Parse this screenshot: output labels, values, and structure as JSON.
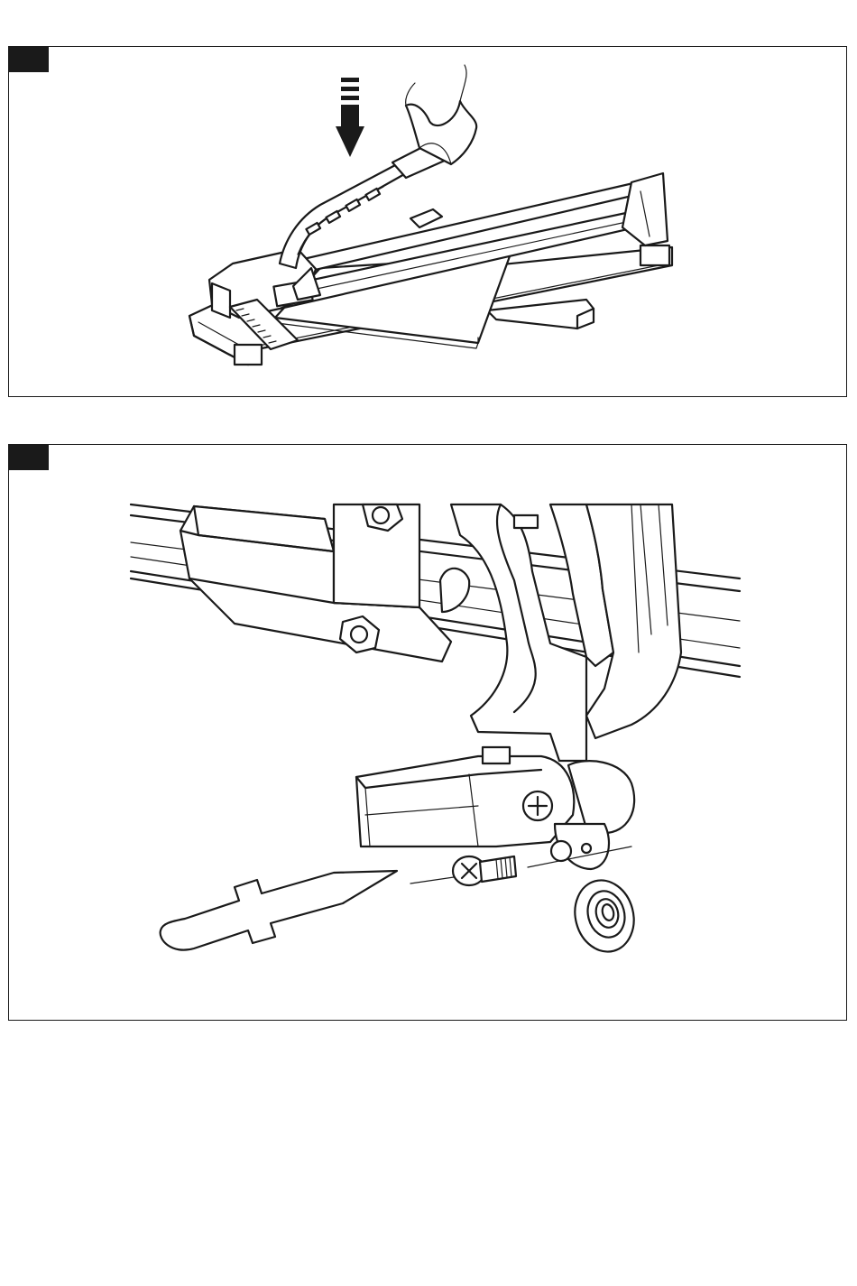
{
  "page": {
    "background": "#ffffff",
    "line_color": "#1a1a1a"
  },
  "panels": [
    {
      "id": "panel-1",
      "step_tag_text": "",
      "illustration": "tile-cutter-press-handle-down",
      "icons": [
        "down-arrow-icon",
        "hand-icon"
      ]
    },
    {
      "id": "panel-2",
      "step_tag_text": "",
      "illustration": "cutting-wheel-replacement-exploded-view",
      "icons": [
        "screwdriver-icon",
        "screw-icon",
        "cutting-wheel-icon"
      ]
    }
  ]
}
